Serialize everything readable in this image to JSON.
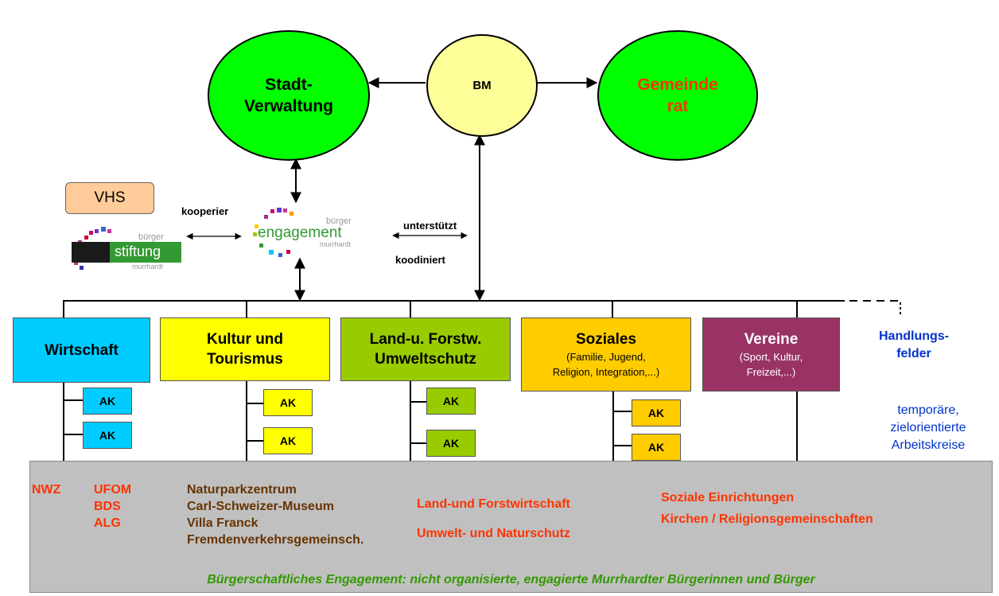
{
  "circles": {
    "stadtverwaltung": "Stadt-\nVerwaltung",
    "bm": "BM",
    "gemeinderat": "Gemeinde\nrat"
  },
  "vhs": "VHS",
  "edges": {
    "kooperier": "kooperier",
    "unterstuetzt": "unterstützt",
    "koodiniert": "koodiniert"
  },
  "logos": {
    "stiftung": {
      "top": "bürger",
      "main": "stiftung",
      "bottom": "murrhardt"
    },
    "engagement": {
      "top": "bürger",
      "main": "engagement",
      "bottom": "murrhardt"
    }
  },
  "fields": [
    {
      "title": "Wirtschaft",
      "sub": "",
      "color": "#00ccff",
      "ak_color": "#00ccff",
      "ak": [
        "AK",
        "AK"
      ]
    },
    {
      "title": "Kultur und\nTourismus",
      "sub": "",
      "color": "#ffff00",
      "ak_color": "#ffff00",
      "ak": [
        "AK",
        "AK"
      ]
    },
    {
      "title": "Land-u. Forstw.\nUmweltschutz",
      "sub": "",
      "color": "#99cc00",
      "ak_color": "#99cc00",
      "ak": [
        "AK",
        "AK"
      ]
    },
    {
      "title": "Soziales",
      "sub": "(Familie, Jugend,\nReligion, Integration,...)",
      "color": "#ffcc00",
      "ak_color": "#ffcc00",
      "ak": [
        "AK",
        "AK"
      ]
    },
    {
      "title": "Vereine",
      "sub": "(Sport, Kultur,\nFreizeit,...)",
      "color": "#993366",
      "ak_color": "#993366",
      "ak": []
    }
  ],
  "side": {
    "handlungsfelder": "Handlungs-\nfelder",
    "arbeitskreise": "temporäre,\nzielorientierte\nArbeitskreise"
  },
  "footer": {
    "col1": "NWZ",
    "col2": "UFOM\nBDS\nALG",
    "col3": "Naturparkzentrum\nCarl-Schweizer-Museum\nVilla Franck\nFremdenverkehrsgemeinsch.",
    "col4a": "Land-und Forstwirtschaft",
    "col4b": "Umwelt- und Naturschutz",
    "col5": "Soziale Einrichtungen\nKirchen / Religionsgemeinschaften",
    "bottom": "Bürgerschaftliches Engagement: nicht organisierte, engagierte Murrhardter Bürgerinnen und Bürger"
  },
  "colors": {
    "circle_green": "#00ff00",
    "circle_yellow": "#ffff99",
    "gemeinderat_text": "#ff3300",
    "vhs_fill": "#ffcc99",
    "footer_fill": "#c0c0c0",
    "orange_text": "#ff3300",
    "brown_text": "#663300",
    "green_text": "#339900",
    "blue_text": "#0033cc"
  }
}
